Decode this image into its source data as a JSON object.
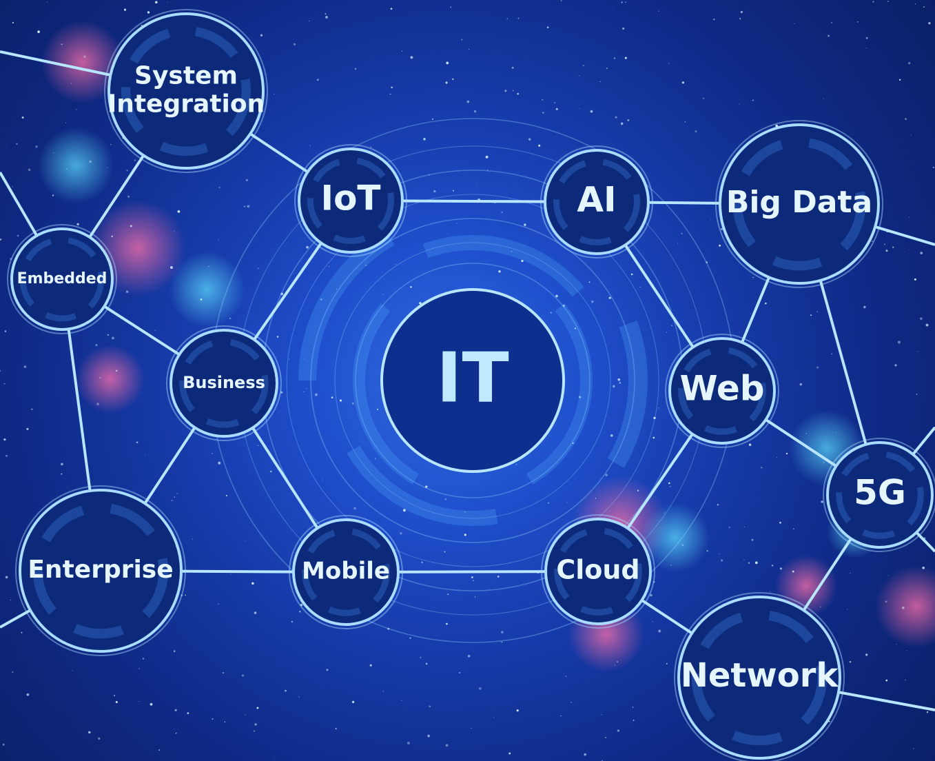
{
  "diagram": {
    "center": {
      "id": "it",
      "label": "IT"
    },
    "nodes": [
      {
        "id": "system_integration",
        "lines": [
          "System",
          "Integration"
        ]
      },
      {
        "id": "iot",
        "lines": [
          "IoT"
        ]
      },
      {
        "id": "ai",
        "lines": [
          "AI"
        ]
      },
      {
        "id": "big_data",
        "lines": [
          "Big Data"
        ]
      },
      {
        "id": "embedded",
        "lines": [
          "Embedded"
        ]
      },
      {
        "id": "business",
        "lines": [
          "Business"
        ]
      },
      {
        "id": "web",
        "lines": [
          "Web"
        ]
      },
      {
        "id": "5g",
        "lines": [
          "5G"
        ]
      },
      {
        "id": "enterprise",
        "lines": [
          "Enterprise"
        ]
      },
      {
        "id": "mobile",
        "lines": [
          "Mobile"
        ]
      },
      {
        "id": "cloud",
        "lines": [
          "Cloud"
        ]
      },
      {
        "id": "network",
        "lines": [
          "Network"
        ]
      }
    ],
    "edges": [
      [
        "system_integration",
        "iot"
      ],
      [
        "system_integration",
        "embedded"
      ],
      [
        "iot",
        "ai"
      ],
      [
        "ai",
        "big_data"
      ],
      [
        "iot",
        "business"
      ],
      [
        "ai",
        "web"
      ],
      [
        "big_data",
        "web"
      ],
      [
        "big_data",
        "5g"
      ],
      [
        "embedded",
        "business"
      ],
      [
        "embedded",
        "enterprise"
      ],
      [
        "business",
        "enterprise"
      ],
      [
        "business",
        "mobile"
      ],
      [
        "web",
        "5g"
      ],
      [
        "web",
        "cloud"
      ],
      [
        "enterprise",
        "mobile"
      ],
      [
        "mobile",
        "cloud"
      ],
      [
        "cloud",
        "network"
      ],
      [
        "5g",
        "network"
      ]
    ],
    "colors": {
      "line": "#b9e6ff",
      "node_fill": "#0d2a7a",
      "node_stroke": "#a9dcff",
      "text": "#e6f6ff",
      "center_text": "#bfe9ff"
    }
  }
}
